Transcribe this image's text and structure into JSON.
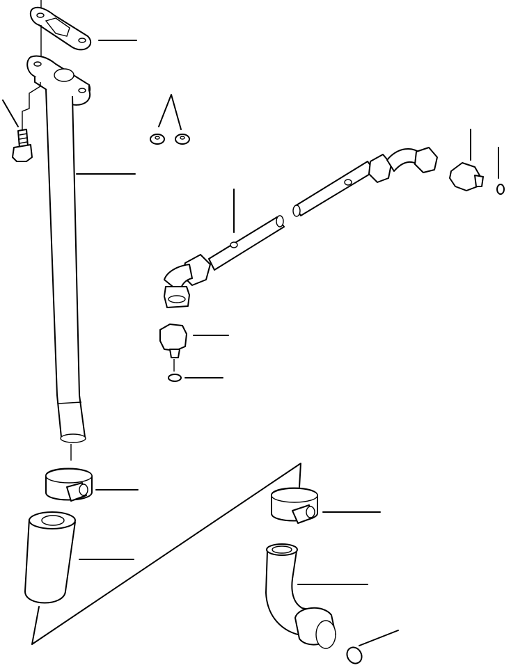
{
  "diagram": {
    "ink_color": "#000000",
    "paper_color": "#ffffff",
    "parts": [
      "gasket",
      "flange",
      "bolt",
      "washer",
      "tube",
      "hose-assembly",
      "elbow-connector",
      "adapter",
      "o-ring",
      "clamp",
      "hose",
      "elbow-hose"
    ]
  }
}
